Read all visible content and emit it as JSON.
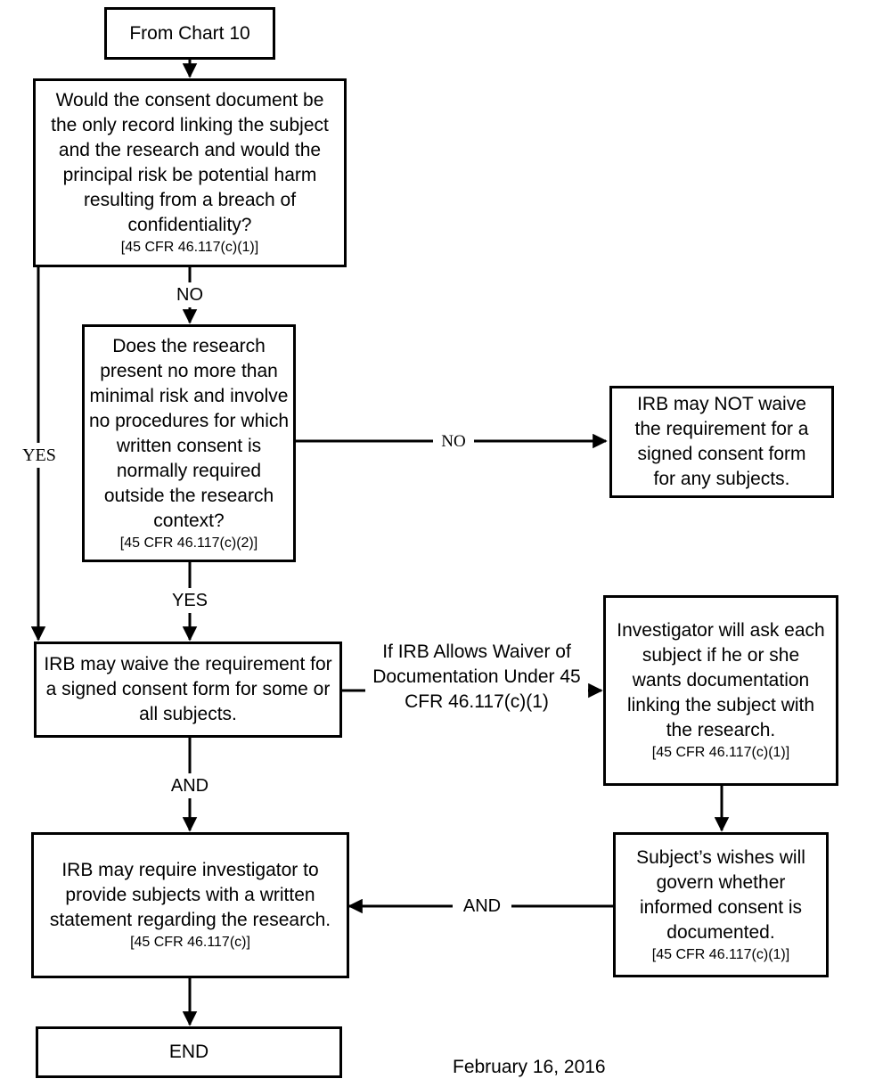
{
  "nodes": {
    "start": {
      "text": "From Chart 10"
    },
    "q1": {
      "text": "Would the consent document be the only record linking the subject and the research and would the principal risk be potential harm resulting from a breach of confidentiality?",
      "citation": "[45 CFR 46.117(c)(1)]"
    },
    "q2": {
      "text": "Does the research present no more than minimal risk and involve no procedures for which written consent is normally required outside the research context?",
      "citation": "[45 CFR 46.117(c)(2)]"
    },
    "no_waive": {
      "text": "IRB may NOT waive the requirement for a signed consent form for any subjects."
    },
    "waive": {
      "text": "IRB may waive the requirement for a signed consent form for some or all subjects."
    },
    "ask": {
      "text": "Investigator will ask each subject if he or she wants documentation linking the subject with the research.",
      "citation": "[45 CFR 46.117(c)(1)]"
    },
    "wishes": {
      "text": "Subject’s wishes will govern whether informed consent is documented.",
      "citation": "[45 CFR 46.117(c)(1)]"
    },
    "statement": {
      "text": "IRB may require investigator to provide subjects with a written statement regarding the research.",
      "citation": "[45 CFR 46.117(c)]"
    },
    "end": {
      "text": "END"
    }
  },
  "edges": {
    "q1_no": "NO",
    "q1_yes": "YES",
    "q2_no": "NO",
    "q2_yes": "YES",
    "waive_and": "AND",
    "waiver_condition": "If IRB Allows Waiver of Documentation Under 45 CFR 46.117(c)(1)",
    "wishes_and": "AND"
  },
  "footer": {
    "date": "February 16, 2016"
  }
}
